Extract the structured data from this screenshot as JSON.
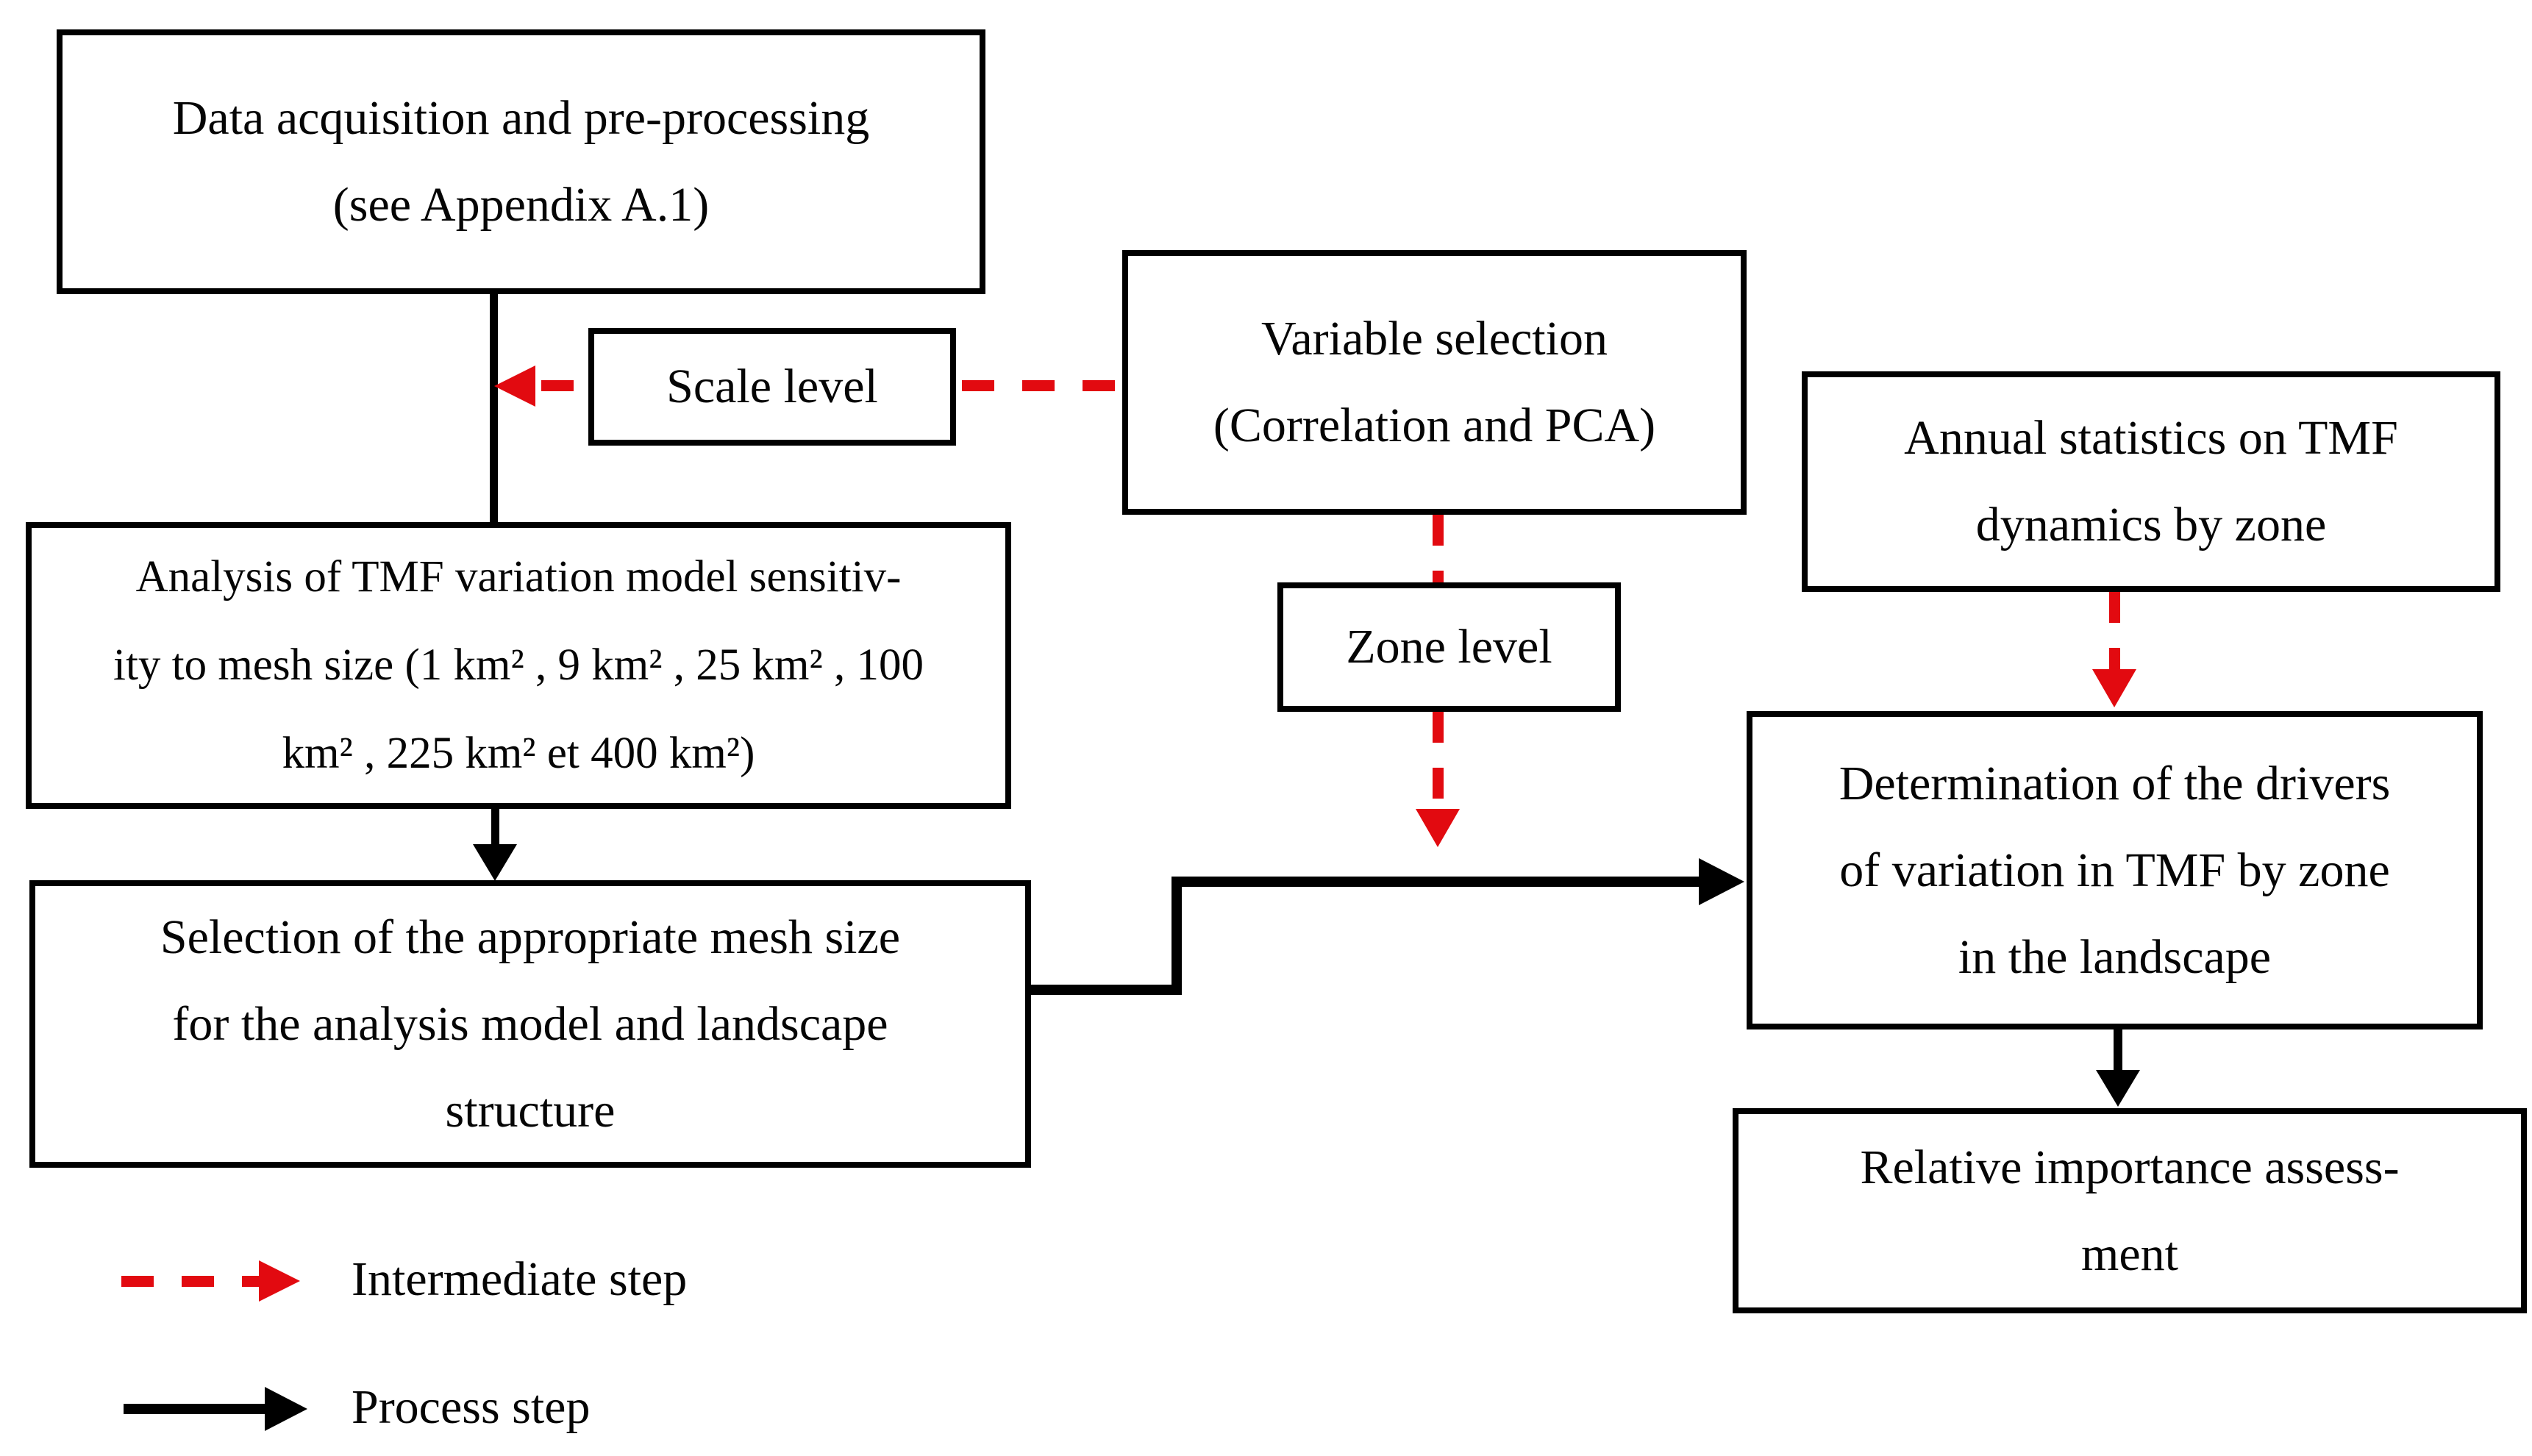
{
  "boxes": {
    "data_acquisition": {
      "lines": [
        "Data acquisition and pre-processing",
        "(see Appendix A.1)"
      ]
    },
    "scale_level": {
      "lines": [
        "Scale level"
      ]
    },
    "variable_selection": {
      "lines": [
        "Variable selection",
        "(Correlation and PCA)"
      ]
    },
    "annual_statistics": {
      "lines": [
        "Annual statistics on TMF",
        "dynamics by zone"
      ]
    },
    "analysis_sensitivity": {
      "lines": [
        "Analysis of TMF variation model sensitiv-",
        "ity to mesh size (1 km² , 9 km² , 25 km² , 100",
        "km² , 225 km² et 400 km²)"
      ]
    },
    "zone_level": {
      "lines": [
        "Zone level"
      ]
    },
    "mesh_selection": {
      "lines": [
        "Selection of the appropriate mesh size",
        "for the analysis model and landscape",
        "structure"
      ]
    },
    "drivers_determination": {
      "lines": [
        "Determination of the drivers",
        "of variation in TMF by zone",
        "in the landscape"
      ]
    },
    "relative_importance": {
      "lines": [
        "Relative importance assess-",
        "ment"
      ]
    }
  },
  "legend": {
    "intermediate_label": "Intermediate step",
    "process_label": "Process step"
  },
  "icons": {
    "intermediate_arrow": "red-dashed-arrow",
    "process_arrow": "black-solid-arrow"
  },
  "colors": {
    "arrow_red": "#e20a10",
    "arrow_black": "#000000",
    "box_border": "#000000",
    "background": "#ffffff"
  }
}
